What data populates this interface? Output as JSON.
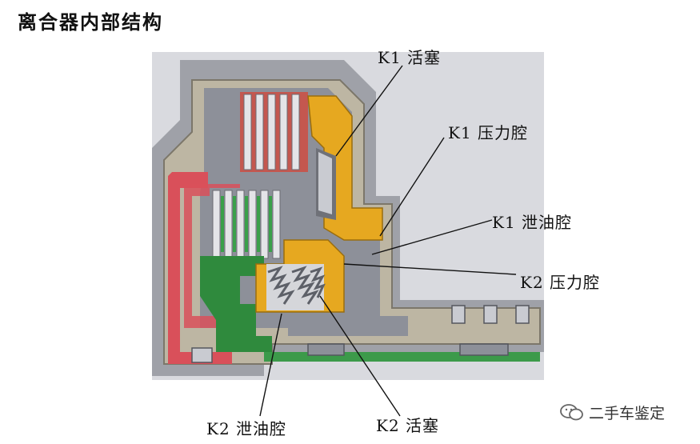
{
  "title": "离合器内部结构",
  "labels": {
    "k1_piston": "K1 活塞",
    "k1_pressure": "K1 压力腔",
    "k1_drain": "K1 泄油腔",
    "k2_pressure": "K2 压力腔",
    "k2_drain": "K2 泄油腔",
    "k2_piston": "K2 活塞"
  },
  "watermark": "二手车鉴定",
  "colors": {
    "housing": "#b9b3a4",
    "k1_oil": "#e6a820",
    "k2_oil_red": "#d9505a",
    "drain_green": "#2f8a3d",
    "metal_dark": "#5d6068"
  }
}
